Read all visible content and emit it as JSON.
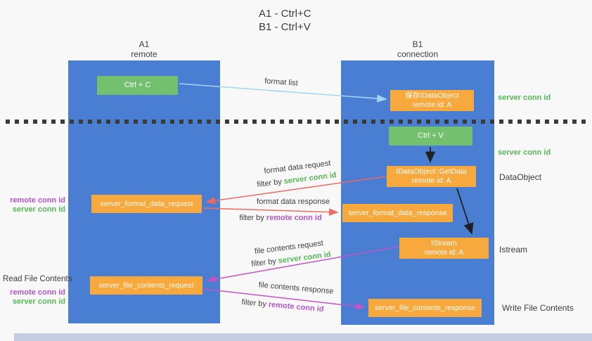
{
  "title": {
    "line1": "A1 - Ctrl+C",
    "line2": "B1 - Ctrl+V"
  },
  "lanes": {
    "left": {
      "name": "A1",
      "role": "remote"
    },
    "right": {
      "name": "B1",
      "role": "connection"
    }
  },
  "nodes": {
    "ctrl_c": {
      "label": "Ctrl + C"
    },
    "ctrl_v": {
      "label": "Ctrl + V"
    },
    "save_dataobject": {
      "line1": "保存IDataObject",
      "line2": "remote id: A"
    },
    "getdata": {
      "line1": "IDataObject::GetData",
      "line2": "remote id: A"
    },
    "istream": {
      "line1": "IStream",
      "line2": "remote id: A"
    },
    "format_request": {
      "label": "server_format_data_request"
    },
    "format_response": {
      "label": "server_format_data_response"
    },
    "file_request": {
      "label": "server_file_contents_request"
    },
    "file_response": {
      "label": "server_file_contents_response"
    }
  },
  "flow_labels": {
    "format_list": "format list",
    "format_data_request": "format data request",
    "format_data_response": "format data response",
    "file_contents_request": "file contents request",
    "file_contents_response": "file contents response",
    "filter_by": "filter by",
    "server_conn_id": "server conn id",
    "remote_conn_id": "remote conn id"
  },
  "annotations": {
    "server_conn_id_top": "server conn id",
    "server_conn_id_mid": "server conn id",
    "dataobject": "DataObject",
    "istream": "Istream",
    "write_file_contents": "Write File Contents",
    "read_file_contents": "Read File Contents",
    "remote_conn_id": "remote conn id",
    "server_conn_id": "server conn id"
  },
  "colors": {
    "lane_blue": "#4a7ed2",
    "green_box": "#73c06f",
    "orange_box": "#f8a93e",
    "green_key": "#55b855",
    "purple_key": "#b455cb",
    "red_arrow": "#ed6a60",
    "magenta_arrow": "#c553c5",
    "blue_arrow": "#a6d5f3",
    "black_arrow": "#202020"
  }
}
